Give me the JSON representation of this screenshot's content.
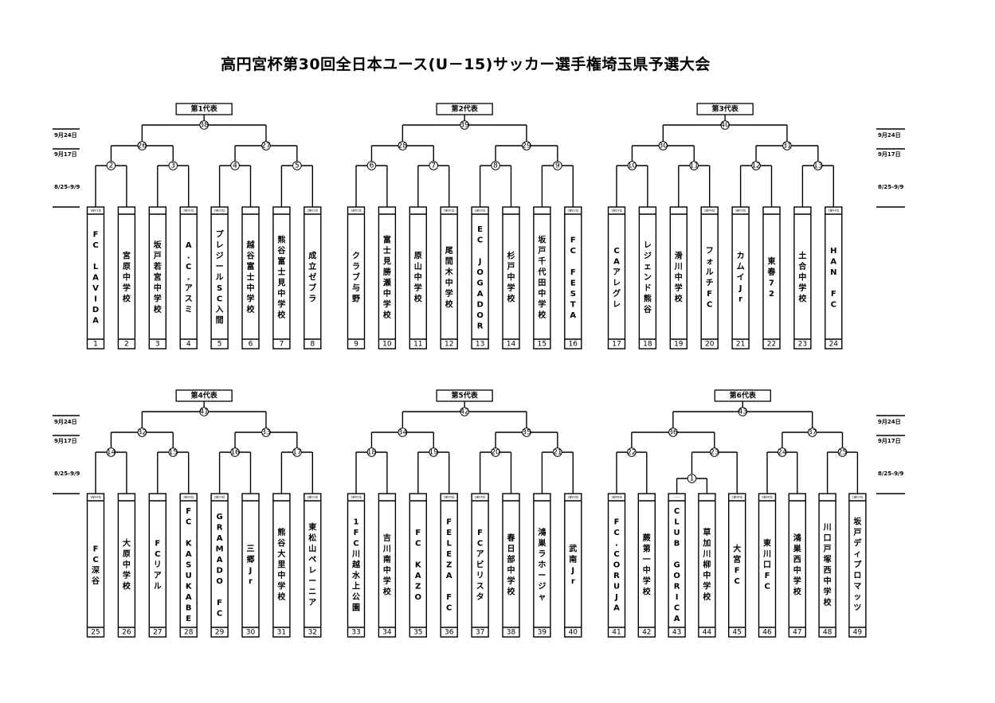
{
  "title": "高円宮杯第30回全日本ユース(U－15)サッカー選手権埼玉県予選大会",
  "dates": {
    "final": "9月24日",
    "semi": "9月17日",
    "early": "8/25-9/9"
  },
  "rows": [
    {
      "blocks": [
        {
          "representative": "第1代表",
          "matches": {
            "final": "38",
            "semis": [
              "26",
              "27"
            ],
            "firsts": [
              "2",
              "3",
              "4",
              "5"
            ]
          },
          "teams": [
            {
              "no": "1",
              "name": "FC LAVIDA",
              "slot": "1部01位"
            },
            {
              "no": "2",
              "name": "宮原中学校",
              "slot": ""
            },
            {
              "no": "3",
              "name": "坂戸若宮中学校",
              "slot": ""
            },
            {
              "no": "4",
              "name": "A.C.アスミ",
              "slot": "2部01位"
            },
            {
              "no": "5",
              "name": "プレジールSC入間",
              "slot": "2部02位"
            },
            {
              "no": "6",
              "name": "越谷富士中学校",
              "slot": ""
            },
            {
              "no": "7",
              "name": "熊谷富士見中学校",
              "slot": ""
            },
            {
              "no": "8",
              "name": "成立ゼブラ",
              "slot": "2部01位"
            }
          ]
        },
        {
          "representative": "第2代表",
          "matches": {
            "final": "39",
            "semis": [
              "28",
              "29"
            ],
            "firsts": [
              "6",
              "7",
              "8",
              "9"
            ]
          },
          "teams": [
            {
              "no": "9",
              "name": "クラブ与野",
              "slot": "1部02位"
            },
            {
              "no": "10",
              "name": "富士見勝瀬中学校",
              "slot": ""
            },
            {
              "no": "11",
              "name": "原山中学校",
              "slot": ""
            },
            {
              "no": "12",
              "name": "尾間木中学校",
              "slot": "2部01位"
            },
            {
              "no": "13",
              "name": "EC JOGADOR",
              "slot": "2部02位"
            },
            {
              "no": "14",
              "name": "杉戸中学校",
              "slot": ""
            },
            {
              "no": "15",
              "name": "坂戸千代田中学校",
              "slot": ""
            },
            {
              "no": "16",
              "name": "FC FESTA",
              "slot": "2部01位"
            }
          ]
        },
        {
          "representative": "第3代表",
          "matches": {
            "final": "40",
            "semis": [
              "30",
              "31"
            ],
            "firsts": [
              "10",
              "11",
              "12",
              "13"
            ]
          },
          "teams": [
            {
              "no": "17",
              "name": "CAアレグレ",
              "slot": "1部03位"
            },
            {
              "no": "18",
              "name": "レジェンド熊谷",
              "slot": ""
            },
            {
              "no": "19",
              "name": "滑川中学校",
              "slot": ""
            },
            {
              "no": "20",
              "name": "フォルチFC",
              "slot": "2部04位"
            },
            {
              "no": "21",
              "name": "カムイJr",
              "slot": "3部03位"
            },
            {
              "no": "22",
              "name": "東春72",
              "slot": ""
            },
            {
              "no": "23",
              "name": "土合中学校",
              "slot": ""
            },
            {
              "no": "24",
              "name": "HAN FC",
              "slot": "1部04位"
            }
          ]
        }
      ]
    },
    {
      "blocks": [
        {
          "representative": "第4代表",
          "matches": {
            "final": "41",
            "semis": [
              "32",
              "33"
            ],
            "firsts": [
              "14",
              "15",
              "16",
              "17"
            ]
          },
          "teams": [
            {
              "no": "25",
              "name": "FC深谷",
              "slot": "1部04位"
            },
            {
              "no": "26",
              "name": "大原中学校",
              "slot": ""
            },
            {
              "no": "27",
              "name": "FCリアル",
              "slot": ""
            },
            {
              "no": "28",
              "name": "FC KASUKABE",
              "slot": "2部03位"
            },
            {
              "no": "29",
              "name": "GRAMADO FC",
              "slot": "2部03位"
            },
            {
              "no": "30",
              "name": "三郷Jr",
              "slot": ""
            },
            {
              "no": "31",
              "name": "熊谷大里中学校",
              "slot": ""
            },
            {
              "no": "32",
              "name": "東松山ペレーニア",
              "slot": "2部03位"
            }
          ]
        },
        {
          "representative": "第5代表",
          "matches": {
            "final": "42",
            "semis": [
              "34",
              "35"
            ],
            "firsts": [
              "18",
              "19",
              "20",
              "21"
            ]
          },
          "teams": [
            {
              "no": "33",
              "name": "1FC川越水上公園",
              "slot": "1部05位"
            },
            {
              "no": "34",
              "name": "吉川南中学校",
              "slot": ""
            },
            {
              "no": "35",
              "name": "FC KAZO",
              "slot": ""
            },
            {
              "no": "36",
              "name": "FELEZA FC",
              "slot": "2部05位"
            },
            {
              "no": "37",
              "name": "FCアビリスタ",
              "slot": "2部05位"
            },
            {
              "no": "38",
              "name": "春日部中学校",
              "slot": ""
            },
            {
              "no": "39",
              "name": "鴻巣ラホージャ",
              "slot": ""
            },
            {
              "no": "40",
              "name": "武南Jr",
              "slot": "1部06位"
            }
          ]
        },
        {
          "representative": "第6代表",
          "matches": {
            "final": "43",
            "semis": [
              "36",
              "37"
            ],
            "firsts": [
              "22",
              "23",
              "24",
              "25"
            ],
            "extra": "1"
          },
          "teams": [
            {
              "no": "41",
              "name": "FC.CORUJA",
              "slot": "1部06位"
            },
            {
              "no": "42",
              "name": "蕨第一中学校",
              "slot": ""
            },
            {
              "no": "43",
              "name": "CLUB GORICA",
              "slot": "------"
            },
            {
              "no": "44",
              "name": "草加川柳中学校",
              "slot": ""
            },
            {
              "no": "45",
              "name": "大宮FC",
              "slot": "2部06位"
            },
            {
              "no": "46",
              "name": "東川口FC",
              "slot": "2部06位"
            },
            {
              "no": "47",
              "name": "鴻巣西中学校",
              "slot": ""
            },
            {
              "no": "48",
              "name": "川口戸塚西中学校",
              "slot": ""
            },
            {
              "no": "49",
              "name": "坂戸ディプロマッツ",
              "slot": "1部07位"
            }
          ]
        }
      ]
    }
  ]
}
